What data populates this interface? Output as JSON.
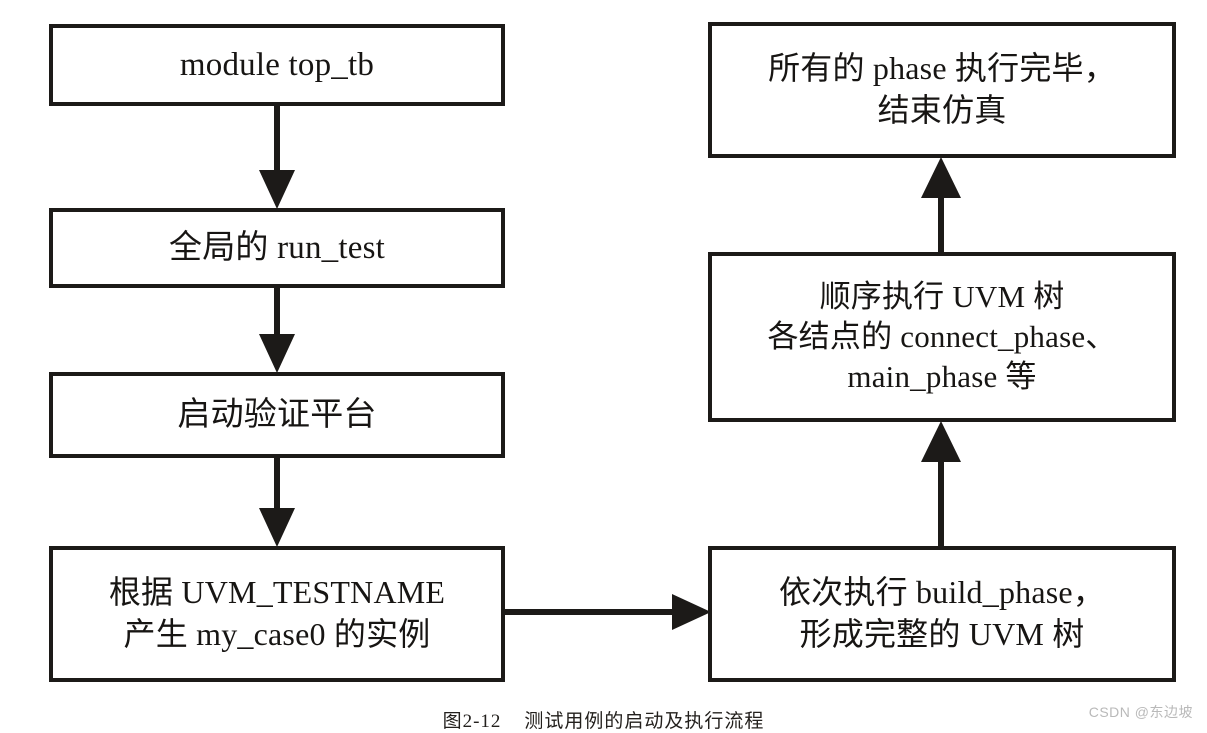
{
  "figure": {
    "caption": "图2-12    测试用例的启动及执行流程",
    "watermark": "CSDN @东边坡",
    "colors": {
      "background": "#ffffff",
      "box_border": "#1c1a18",
      "box_fill": "#ffffff",
      "text": "#171513",
      "arrow": "#1c1a18",
      "caption_text": "#23201d",
      "watermark_text": "#b9b9b9"
    }
  },
  "nodes": {
    "top_tb": {
      "line1": "module top_tb"
    },
    "run_test": {
      "line1": "全局的 run_test"
    },
    "start_platform": {
      "line1": "启动验证平台"
    },
    "testname": {
      "line1": "根据 UVM_TESTNAME",
      "line2": "产生 my_case0 的实例"
    },
    "build_phase": {
      "line1": "依次执行 build_phase，",
      "line2": "形成完整的 UVM 树"
    },
    "phases": {
      "line1": "顺序执行 UVM 树",
      "line2": "各结点的 connect_phase、",
      "line3": "main_phase 等"
    },
    "finish": {
      "line1": "所有的 phase 执行完毕，",
      "line2": "结束仿真"
    }
  },
  "edges": [
    {
      "id": "e1",
      "from": "top_tb",
      "to": "run_test",
      "direction": "down"
    },
    {
      "id": "e2",
      "from": "run_test",
      "to": "start_platform",
      "direction": "down"
    },
    {
      "id": "e3",
      "from": "start_platform",
      "to": "testname",
      "direction": "down"
    },
    {
      "id": "e4",
      "from": "testname",
      "to": "build_phase",
      "direction": "right"
    },
    {
      "id": "e5",
      "from": "build_phase",
      "to": "phases",
      "direction": "up"
    },
    {
      "id": "e6",
      "from": "phases",
      "to": "finish",
      "direction": "up"
    }
  ]
}
